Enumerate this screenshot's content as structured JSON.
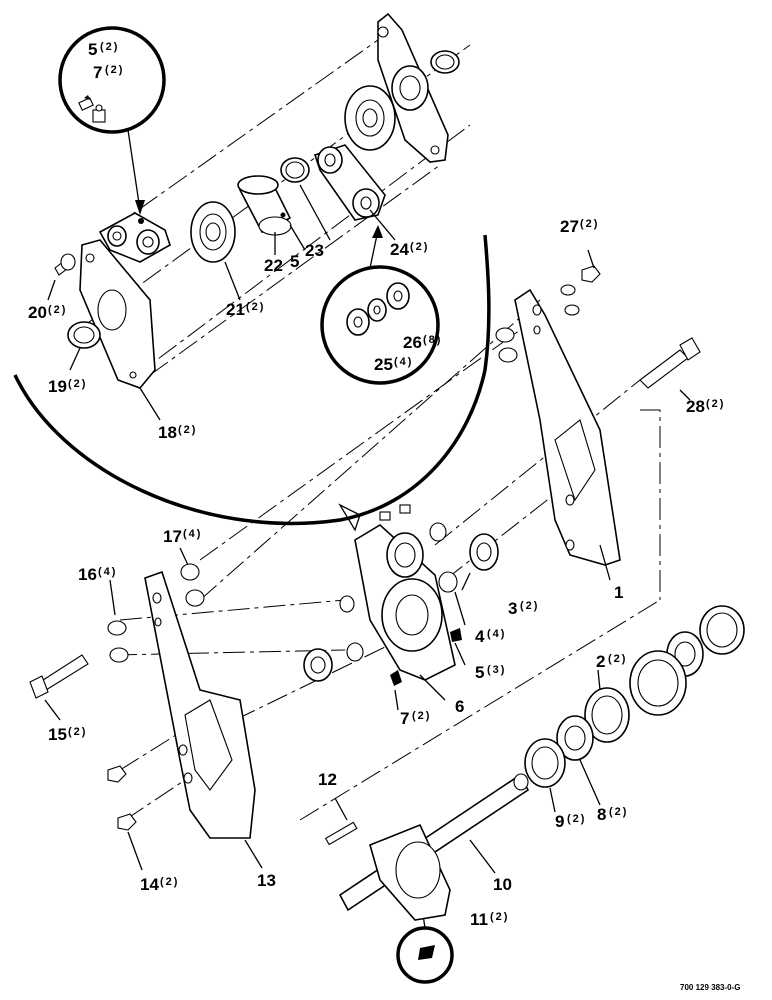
{
  "drawing_number": "700 129 383-0-G",
  "callouts": {
    "c1": {
      "num": "1",
      "qty": ""
    },
    "c2": {
      "num": "2",
      "qty": "(2)"
    },
    "c3": {
      "num": "3",
      "qty": "(2)"
    },
    "c4": {
      "num": "4",
      "qty": "(4)"
    },
    "c5a": {
      "num": "5",
      "qty": "(3)"
    },
    "c5b": {
      "num": "5",
      "qty": "(2)"
    },
    "c5c": {
      "num": "5",
      "qty": ""
    },
    "c6": {
      "num": "6",
      "qty": ""
    },
    "c7a": {
      "num": "7",
      "qty": "(2)"
    },
    "c7b": {
      "num": "7",
      "qty": "(2)"
    },
    "c8": {
      "num": "8",
      "qty": "(2)"
    },
    "c9": {
      "num": "9",
      "qty": "(2)"
    },
    "c10": {
      "num": "10",
      "qty": ""
    },
    "c11": {
      "num": "11",
      "qty": "(2)"
    },
    "c12": {
      "num": "12",
      "qty": ""
    },
    "c13": {
      "num": "13",
      "qty": ""
    },
    "c14": {
      "num": "14",
      "qty": "(2)"
    },
    "c15": {
      "num": "15",
      "qty": "(2)"
    },
    "c16": {
      "num": "16",
      "qty": "(4)"
    },
    "c17": {
      "num": "17",
      "qty": "(4)"
    },
    "c18": {
      "num": "18",
      "qty": "(2)"
    },
    "c19": {
      "num": "19",
      "qty": "(2)"
    },
    "c20": {
      "num": "20",
      "qty": "(2)"
    },
    "c21": {
      "num": "21",
      "qty": "(2)"
    },
    "c22": {
      "num": "22",
      "qty": ""
    },
    "c23": {
      "num": "23",
      "qty": ""
    },
    "c24": {
      "num": "24",
      "qty": "(2)"
    },
    "c25": {
      "num": "25",
      "qty": "(4)"
    },
    "c26": {
      "num": "26",
      "qty": "(8)"
    },
    "c27": {
      "num": "27",
      "qty": "(2)"
    },
    "c28": {
      "num": "28",
      "qty": "(2)"
    }
  }
}
